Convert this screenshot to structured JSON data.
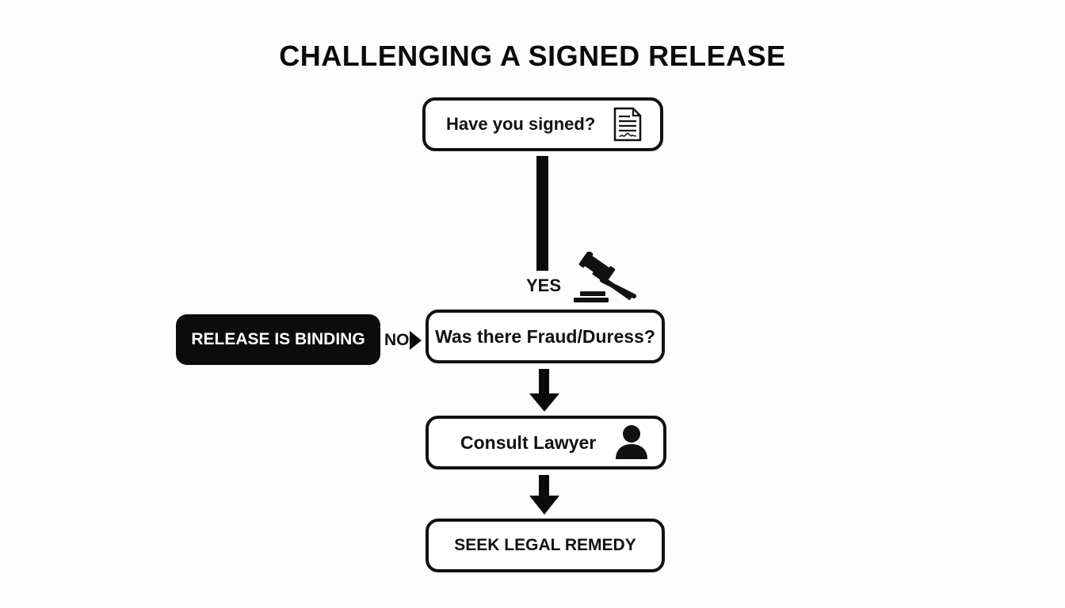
{
  "title": "CHALLENGING A SIGNED RELEASE",
  "nodes": {
    "signed": "Have you signed?",
    "fraud": "Was there Fraud/Duress?",
    "lawyer": "Consult Lawyer",
    "remedy": "SEEK LEGAL REMEDY",
    "binding": "RELEASE IS BINDING"
  },
  "edges": {
    "yes": "YES",
    "no": "NO"
  },
  "icons": {
    "document": "document-signature-icon",
    "gavel": "gavel-icon",
    "person": "person-icon"
  }
}
